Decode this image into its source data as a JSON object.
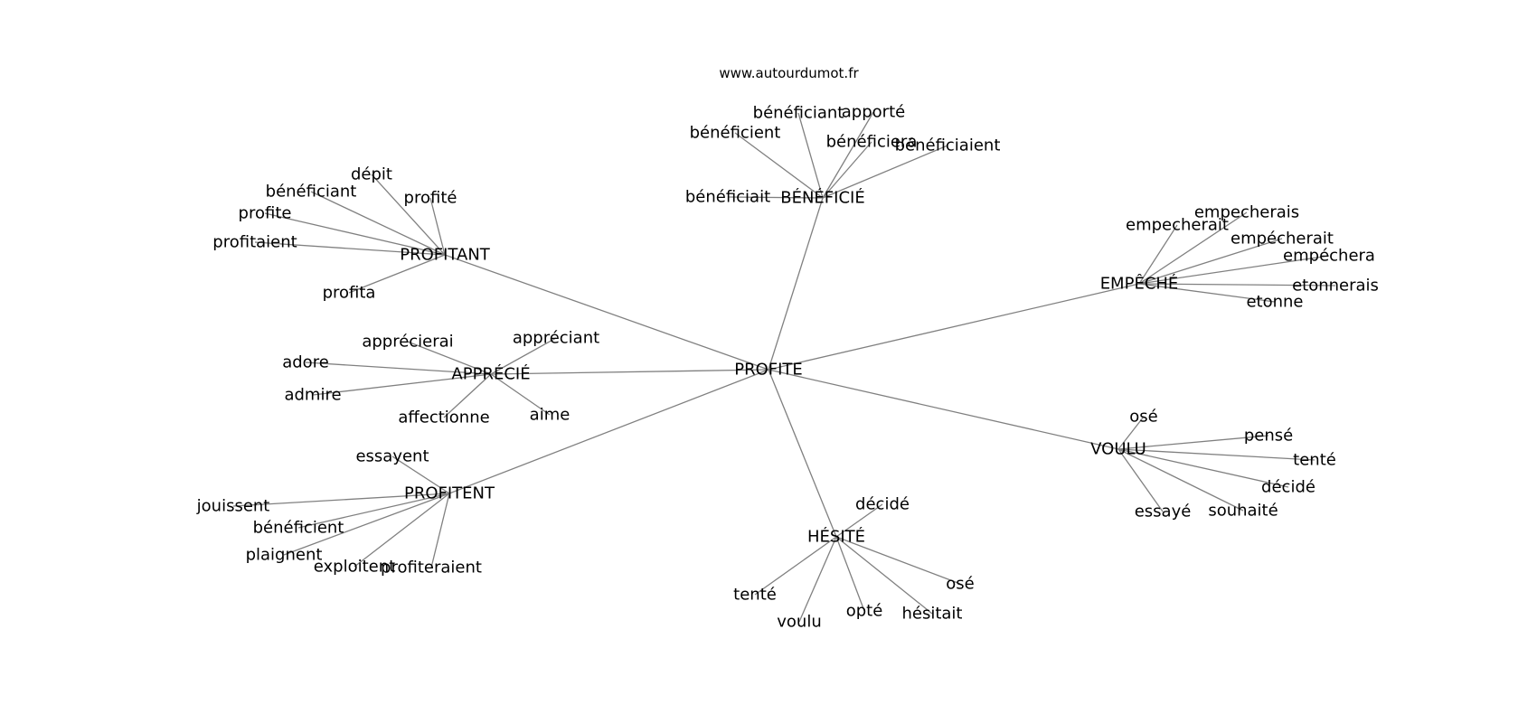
{
  "watermark": "www.autourdumot.fr",
  "center": "PROFITE",
  "clusters": [
    {
      "name": "BÉNÉFICIÉ",
      "leaves": [
        "bénéficiant",
        "apporté",
        "bénéficient",
        "bénéficiera",
        "bénéficiaient",
        "bénéficiait"
      ]
    },
    {
      "name": "PROFITANT",
      "leaves": [
        "dépit",
        "bénéficiant",
        "profité",
        "profite",
        "profitaient",
        "profita"
      ]
    },
    {
      "name": "EMPÊCHÉ",
      "leaves": [
        "empecherais",
        "empecherait",
        "empécherait",
        "empéchera",
        "etonnerais",
        "etonne"
      ]
    },
    {
      "name": "APPRÉCIÉ",
      "leaves": [
        "apprécierai",
        "appréciant",
        "adore",
        "admire",
        "affectionne",
        "aime"
      ]
    },
    {
      "name": "VOULU",
      "leaves": [
        "osé",
        "pensé",
        "tenté",
        "décidé",
        "souhaité",
        "essayé"
      ]
    },
    {
      "name": "PROFITENT",
      "leaves": [
        "essayent",
        "jouissent",
        "bénéficient",
        "plaignent",
        "exploitent",
        "profiteraient"
      ]
    },
    {
      "name": "HÉSITÉ",
      "leaves": [
        "décidé",
        "osé",
        "hésitait",
        "opté",
        "voulu",
        "tenté"
      ]
    }
  ]
}
